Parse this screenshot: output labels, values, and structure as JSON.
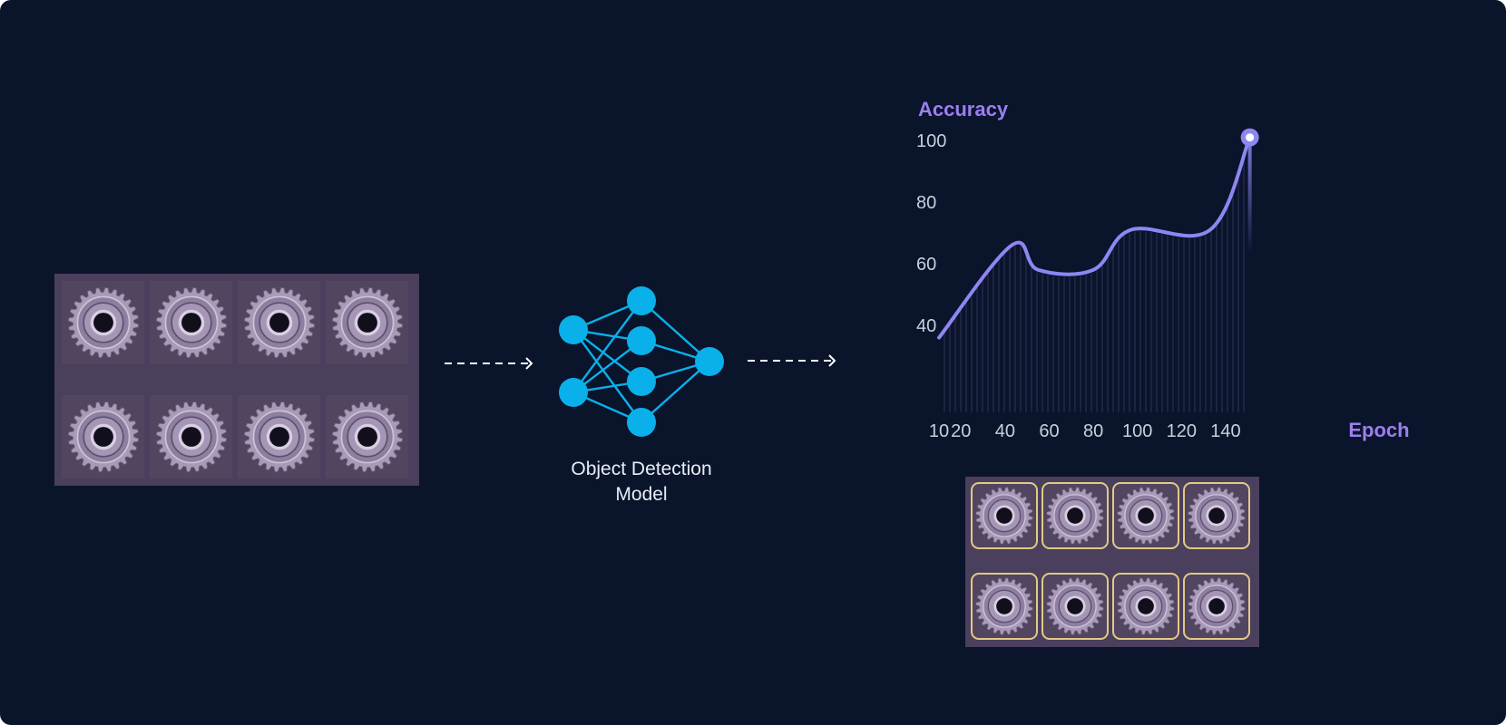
{
  "input_panel": {
    "rows": 2,
    "cols": 4,
    "icon": "gear-icon"
  },
  "flow_arrows": [
    {
      "icon": "dashed-arrow-icon"
    },
    {
      "icon": "dashed-arrow-icon"
    }
  ],
  "model": {
    "icon": "neural-network-icon",
    "label_lines": [
      "Object Detection",
      "Model"
    ],
    "node_color": "#0ab0ea"
  },
  "output_panel": {
    "rows": 2,
    "cols": 4,
    "icon": "gear-icon",
    "detection_box_color": "#e2c987"
  },
  "colors": {
    "background": "#0a142b",
    "accent": "#9b7ff0",
    "line": "#8e86f2",
    "panel": "#4a3f5c"
  },
  "chart_data": {
    "type": "area",
    "ylabel": "Accuracy",
    "xlabel": "Epoch",
    "x_ticks": [
      "10",
      "20",
      "40",
      "60",
      "80",
      "100",
      "120",
      "140"
    ],
    "y_ticks": [
      "100",
      "80",
      "60",
      "40"
    ],
    "series": [
      {
        "x": [
          10,
          43,
          55,
          80,
          97,
          133,
          151
        ],
        "y": [
          36,
          66,
          58,
          58,
          71,
          71,
          101
        ]
      }
    ],
    "grid": false,
    "end_marker": true
  }
}
